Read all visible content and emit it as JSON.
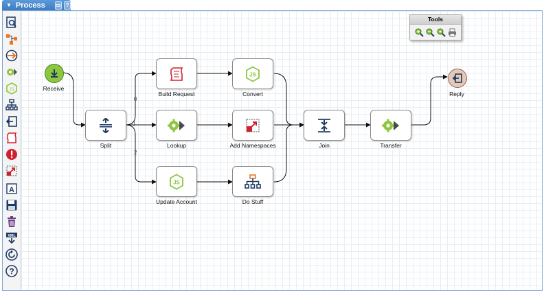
{
  "panel": {
    "title": "Process",
    "collapse_glyph": "▼",
    "button_a": "▭",
    "button_b": "?"
  },
  "tools": {
    "title": "Tools",
    "buttons": [
      "zoom-in-icon",
      "zoom-out-icon",
      "zoom-reset-icon",
      "print-icon"
    ]
  },
  "sidebar": {
    "icons": [
      "inspect-icon",
      "sequence-icon",
      "router-icon",
      "activity-gear-icon",
      "javascript-icon",
      "hierarchy-icon",
      "reply-icon",
      "script-icon",
      "error-icon",
      "namespace-icon",
      "label-icon",
      "save-icon",
      "delete-icon",
      "xml-icon",
      "refresh-icon",
      "help-icon"
    ]
  },
  "nodes": {
    "receive": "Receive",
    "split": "Split",
    "build_request": "Build Request",
    "convert": "Convert",
    "lookup": "Lookup",
    "add_namespaces": "Add Namespaces",
    "update_account": "Update Account",
    "do_stuff": "Do Stuff",
    "join": "Join",
    "transfer": "Transfer",
    "reply": "Reply"
  },
  "branches": {
    "b0": "0",
    "b1": "1",
    "b2": "2"
  },
  "colors": {
    "accent": "#3c7cc4",
    "node_green": "#8dc63f",
    "node_red": "#d0202e",
    "node_navy": "#1f3b63",
    "node_orange": "#e8762c"
  }
}
